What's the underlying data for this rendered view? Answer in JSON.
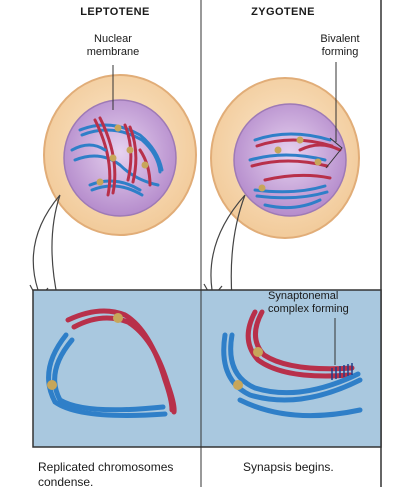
{
  "panels": [
    {
      "title": "LEPTOTENE",
      "label": "Nuclear\nmembrane",
      "caption": "Replicated chromosomes\ncondense."
    },
    {
      "title": "ZYGOTENE",
      "label": "Bivalent\nforming",
      "zoom_label": "Synaptonemal\ncomplex forming",
      "caption": "Synapsis begins."
    }
  ],
  "colors": {
    "cell": "#f7dcb5",
    "cell_edge": "#e5b37e",
    "nucleus": "#c9a6d8",
    "chromosome_red": "#b8304a",
    "chromosome_blue": "#2f7fc8",
    "centromere": "#c7a65a",
    "zoom_bg": "#a9c8df"
  }
}
